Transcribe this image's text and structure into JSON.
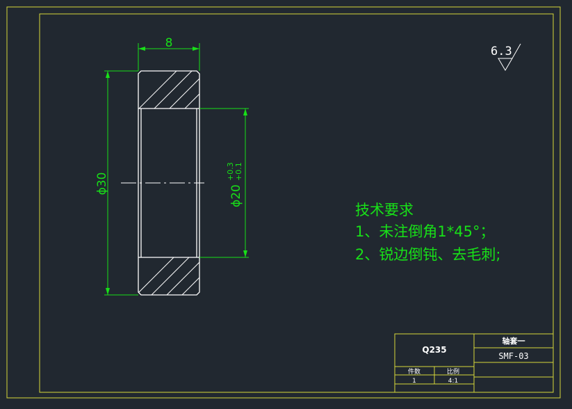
{
  "colors": {
    "background": "#212830",
    "frame": "#d8d83a",
    "geometry": "#ffffff",
    "dimension": "#18e018",
    "centerline": "#ffffff",
    "title_text": "#ffffff"
  },
  "dimensions": {
    "width": "8",
    "outer_diameter": "ϕ30",
    "inner_diameter": "ϕ20",
    "inner_tol_upper": "+0.3",
    "inner_tol_lower": "+0.1"
  },
  "surface_roughness": {
    "value": "6.3"
  },
  "technical_requirements": {
    "heading": "技术要求",
    "items": [
      "1、未注倒角1*45°；",
      "2、锐边倒钝、去毛刺;"
    ]
  },
  "title_block": {
    "material": "Q235",
    "part_name": "轴套一",
    "drawing_no": "SMF-03",
    "qty_label": "件数",
    "qty_value": "1",
    "scale_label": "比例",
    "scale_value": "4:1"
  }
}
